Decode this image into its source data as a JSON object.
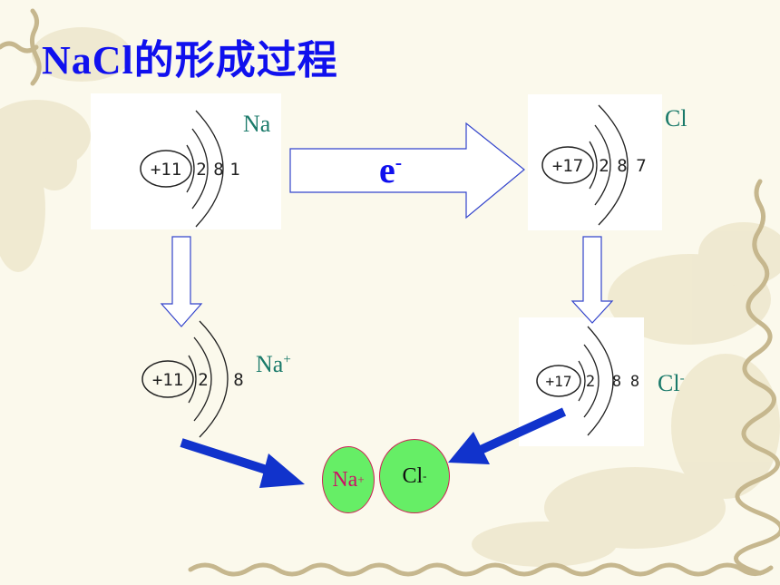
{
  "slide": {
    "title": "NaCl的形成过程"
  },
  "atoms": {
    "na": {
      "nucleus": "+11",
      "shells": [
        "2",
        "8",
        "1"
      ],
      "label": "Na",
      "charge": ""
    },
    "cl": {
      "nucleus": "+17",
      "shells": [
        "2",
        "8",
        "7"
      ],
      "label": "Cl",
      "charge": ""
    },
    "na_ion": {
      "nucleus": "+11",
      "shells": [
        "2",
        "8"
      ],
      "label": "Na",
      "charge": "+"
    },
    "cl_ion": {
      "nucleus": "+17",
      "shells": [
        "2",
        "8",
        "8"
      ],
      "label": "Cl",
      "charge": "-"
    }
  },
  "transfer": {
    "symbol": "e",
    "charge": "-"
  },
  "product": {
    "cation": {
      "symbol": "Na",
      "charge": "+"
    },
    "anion": {
      "symbol": "Cl",
      "charge": "-"
    }
  },
  "colors": {
    "title": "#1010ee",
    "label": "#1a7a6a",
    "arrow_outline": "#3344cc",
    "bold_arrow": "#1133cc",
    "ion_fill": "#66ee66",
    "ion_border": "#cc2255",
    "cation_text": "#cc1166"
  }
}
